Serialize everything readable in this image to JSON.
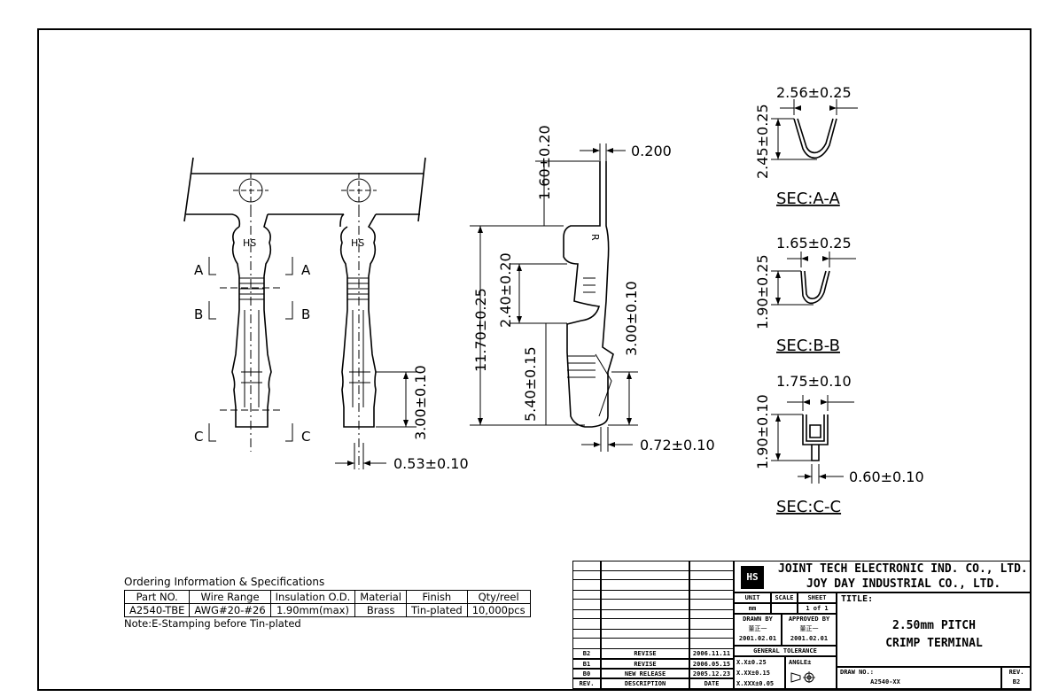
{
  "views": {
    "front": {
      "section_marks": [
        "A",
        "A",
        "B",
        "B",
        "C",
        "C"
      ],
      "stamp": "HS",
      "dim_width": "0.53±0.10",
      "dim_length": "3.00±0.10"
    },
    "side": {
      "dim_thickness": "0.200",
      "dim_top": "1.60±0.20",
      "dim_total": "11.70±0.25",
      "dim_mid": "2.40±0.20",
      "dim_lower": "5.40±0.15",
      "dim_right": "3.00±0.10",
      "dim_bottom": "0.72±0.10",
      "stamp": "R"
    },
    "sections": [
      {
        "title": "SEC:A-A",
        "width": "2.56±0.25",
        "height": "2.45±0.25"
      },
      {
        "title": "SEC:B-B",
        "width": "1.65±0.25",
        "height": "1.90±0.25"
      },
      {
        "title": "SEC:C-C",
        "width": "1.75±0.10",
        "height": "1.90±0.10",
        "pin": "0.60±0.10"
      }
    ]
  },
  "ordering": {
    "title": "Ordering Information & Specifications",
    "headers": [
      "Part NO.",
      "Wire Range",
      "Insulation O.D.",
      "Material",
      "Finish",
      "Qty/reel"
    ],
    "row": [
      "A2540-TBE",
      "AWG#20-#26",
      "1.90mm(max)",
      "Brass",
      "Tin-plated",
      "10,000pcs"
    ],
    "note": "Note:E-Stamping before Tin-plated"
  },
  "title_block": {
    "company_line1": "JOINT TECH ELECTRONIC IND. CO., LTD.",
    "company_line2": "JOY DAY INDUSTRIAL CO., LTD.",
    "logo_text": "HS",
    "unit_label": "UNIT",
    "unit_value": "mm",
    "scale_label": "SCALE",
    "sheet_label": "SHEET",
    "sheet_value": "1 of 1",
    "drawn_by_label": "DRAWN BY",
    "drawn_by_name": "董正一",
    "drawn_date": "2001.02.01",
    "approved_by_label": "APPROVED BY",
    "approved_by_name": "董正一",
    "approved_date": "2001.02.01",
    "general_tolerance_label": "GENERAL TOLERANCE",
    "tol1": "X.X±0.25",
    "tol2": "X.XX±0.15",
    "tol3": "X.XXX±0.05",
    "angle_label": "ANGLE±",
    "title_label": "TITLE:",
    "title_line1": "2.50mm PITCH",
    "title_line2": "CRIMP TERMINAL",
    "drawing_no_label": "DRAW NO.:",
    "drawing_no": "A2540-XX",
    "rev_label": "REV.",
    "rev_value": "B2",
    "revisions": [
      {
        "rev": "B2",
        "desc": "REVISE",
        "date": "2006.11.11"
      },
      {
        "rev": "B1",
        "desc": "REVISE",
        "date": "2006.05.15"
      },
      {
        "rev": "B0",
        "desc": "NEW RELEASE",
        "date": "2005.12.23"
      }
    ],
    "rev_header": {
      "rev": "REV.",
      "desc": "DESCRIPTION",
      "date": "DATE"
    }
  }
}
